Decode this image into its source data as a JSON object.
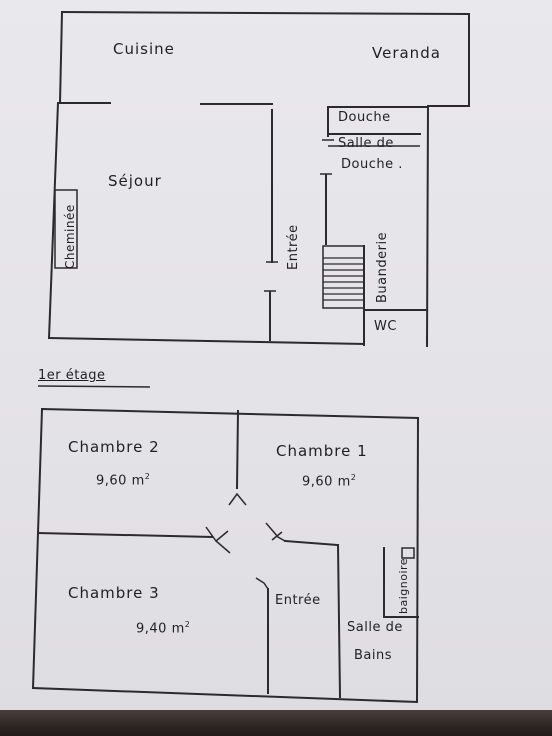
{
  "ground_floor": {
    "rooms": {
      "kitchen": "Cuisine",
      "veranda": "Veranda",
      "shower": "Douche",
      "shower_room_line1": "Salle de",
      "shower_room_line2": "Douche .",
      "living_room": "Séjour",
      "fireplace": "Cheminée",
      "entrance": "Entrée",
      "laundry": "Buanderie",
      "wc": "WC"
    }
  },
  "first_floor": {
    "heading": "1er étage",
    "rooms": {
      "bedroom_2": "Chambre 2",
      "bedroom_2_area": "9,60 m",
      "bedroom_1": "Chambre 1",
      "bedroom_1_area": "9,60 m",
      "bedroom_3": "Chambre 3",
      "bedroom_3_area": "9,40 m",
      "entrance": "Entrée",
      "bathroom_line1": "Salle de",
      "bathroom_line2": "Bains",
      "bathtub": "baignoire"
    },
    "area_exponent": "2"
  }
}
